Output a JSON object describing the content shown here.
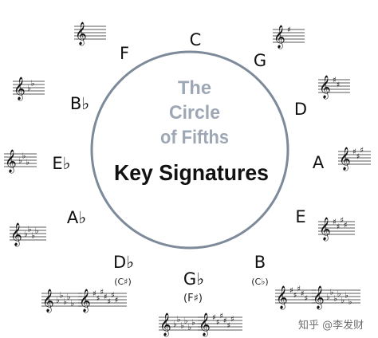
{
  "title": {
    "line1": "The",
    "line2": "Circle",
    "line3": "of Fifths",
    "main": "Key Signatures"
  },
  "keys": [
    {
      "id": "c",
      "name": "C",
      "accidental": "none",
      "count": 0
    },
    {
      "id": "g",
      "name": "G",
      "accidental": "sharp",
      "count": 1
    },
    {
      "id": "d",
      "name": "D",
      "accidental": "sharp",
      "count": 2
    },
    {
      "id": "a",
      "name": "A",
      "accidental": "sharp",
      "count": 3
    },
    {
      "id": "e",
      "name": "E",
      "accidental": "sharp",
      "count": 4
    },
    {
      "id": "b",
      "name": "B",
      "accidental": "sharp",
      "count": 5,
      "enharmonic": "(C♭)",
      "enharmonic_accidental": "flat",
      "enharmonic_count": 7
    },
    {
      "id": "gb",
      "name": "G♭",
      "accidental": "flat",
      "count": 6,
      "enharmonic": "(F♯)",
      "enharmonic_accidental": "sharp",
      "enharmonic_count": 6
    },
    {
      "id": "db",
      "name": "D♭",
      "accidental": "flat",
      "count": 5,
      "enharmonic": "(C♯)",
      "enharmonic_accidental": "sharp",
      "enharmonic_count": 7
    },
    {
      "id": "ab",
      "name": "A♭",
      "accidental": "flat",
      "count": 4
    },
    {
      "id": "eb",
      "name": "E♭",
      "accidental": "flat",
      "count": 3
    },
    {
      "id": "bb",
      "name": "B♭",
      "accidental": "flat",
      "count": 2
    },
    {
      "id": "f",
      "name": "F",
      "accidental": "flat",
      "count": 1
    }
  ],
  "glyphs": {
    "clef": "𝄞",
    "sharp": "♯",
    "flat": "♭"
  },
  "colors": {
    "circle": "#7d8a99",
    "title_grey": "#9ea7b5",
    "text": "#111111"
  },
  "watermark": "知乎 @李发财"
}
